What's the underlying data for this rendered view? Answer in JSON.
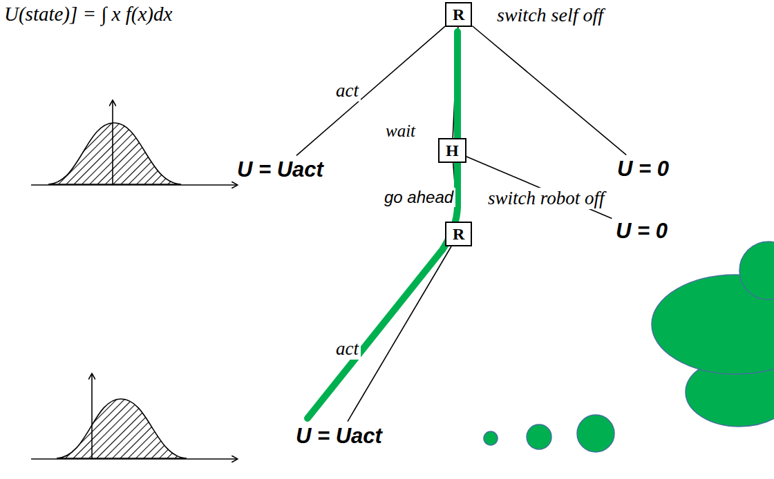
{
  "diagram": {
    "nodes": [
      {
        "text": [
          "R"
        ]
      },
      {
        "text": [
          "U = Uact"
        ]
      },
      {
        "text": [
          "H"
        ]
      },
      {
        "text": [
          "U = 0"
        ]
      },
      {
        "text": [
          "R"
        ]
      },
      {
        "text": [
          "U = 0"
        ]
      },
      {
        "text": [
          "U = Uact"
        ]
      }
    ],
    "edges": [
      {
        "from": 0,
        "to": 1,
        "arrow": "none",
        "label": "act"
      },
      {
        "from": 0,
        "to": 2,
        "arrow": "none",
        "label": "wait"
      },
      {
        "from": 0,
        "to": 3,
        "arrow": "none",
        "label": "switch self off"
      },
      {
        "from": 2,
        "to": 4,
        "arrow": "none",
        "label": "go ahead"
      },
      {
        "from": 2,
        "to": 5,
        "arrow": "none",
        "label": "switch robot off"
      },
      {
        "from": 4,
        "to": 6,
        "arrow": "none",
        "label": "act"
      }
    ],
    "labels": [
      "U(state)] = ∫ x f(x)dx"
    ]
  }
}
